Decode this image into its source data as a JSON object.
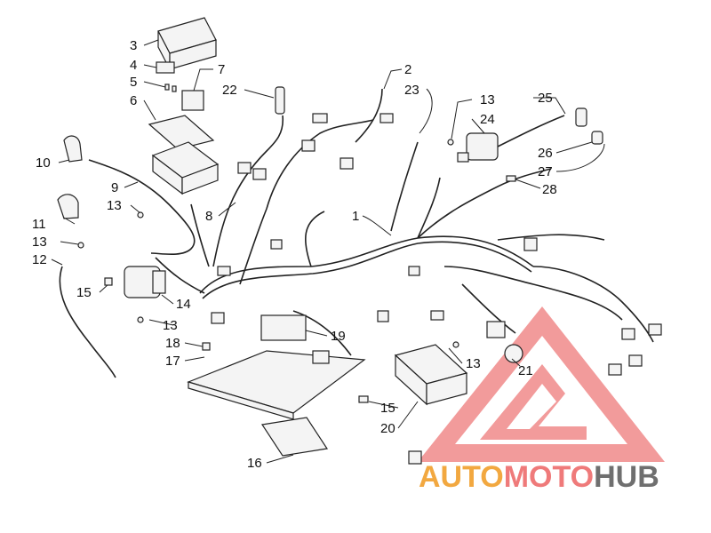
{
  "callouts": [
    {
      "id": "c3",
      "text": "3"
    },
    {
      "id": "c4",
      "text": "4"
    },
    {
      "id": "c5",
      "text": "5"
    },
    {
      "id": "c6",
      "text": "6"
    },
    {
      "id": "c7",
      "text": "7"
    },
    {
      "id": "c22",
      "text": "22"
    },
    {
      "id": "c2",
      "text": "2"
    },
    {
      "id": "c23",
      "text": "23"
    },
    {
      "id": "c13a",
      "text": "13"
    },
    {
      "id": "c24",
      "text": "24"
    },
    {
      "id": "c25",
      "text": "25"
    },
    {
      "id": "c26",
      "text": "26"
    },
    {
      "id": "c27",
      "text": "27"
    },
    {
      "id": "c28",
      "text": "28"
    },
    {
      "id": "c10",
      "text": "10"
    },
    {
      "id": "c9",
      "text": "9"
    },
    {
      "id": "c8",
      "text": "8"
    },
    {
      "id": "c13b",
      "text": "13"
    },
    {
      "id": "c1",
      "text": "1"
    },
    {
      "id": "c11",
      "text": "11"
    },
    {
      "id": "c13c",
      "text": "13"
    },
    {
      "id": "c12",
      "text": "12"
    },
    {
      "id": "c15a",
      "text": "15"
    },
    {
      "id": "c14",
      "text": "14"
    },
    {
      "id": "c13d",
      "text": "13"
    },
    {
      "id": "c18",
      "text": "18"
    },
    {
      "id": "c17",
      "text": "17"
    },
    {
      "id": "c19",
      "text": "19"
    },
    {
      "id": "c13e",
      "text": "13"
    },
    {
      "id": "c21",
      "text": "21"
    },
    {
      "id": "c15b",
      "text": "15"
    },
    {
      "id": "c20",
      "text": "20"
    },
    {
      "id": "c16",
      "text": "16"
    }
  ],
  "watermark": {
    "part1": "AUTO",
    "part2": "MOTO",
    "part3": "HUB",
    "colors": {
      "triangle_red": "#ee6a6a",
      "auto_orange": "#f2a840",
      "moto_red": "#ef7a7a",
      "hub_gray": "#6f6f6f"
    }
  }
}
